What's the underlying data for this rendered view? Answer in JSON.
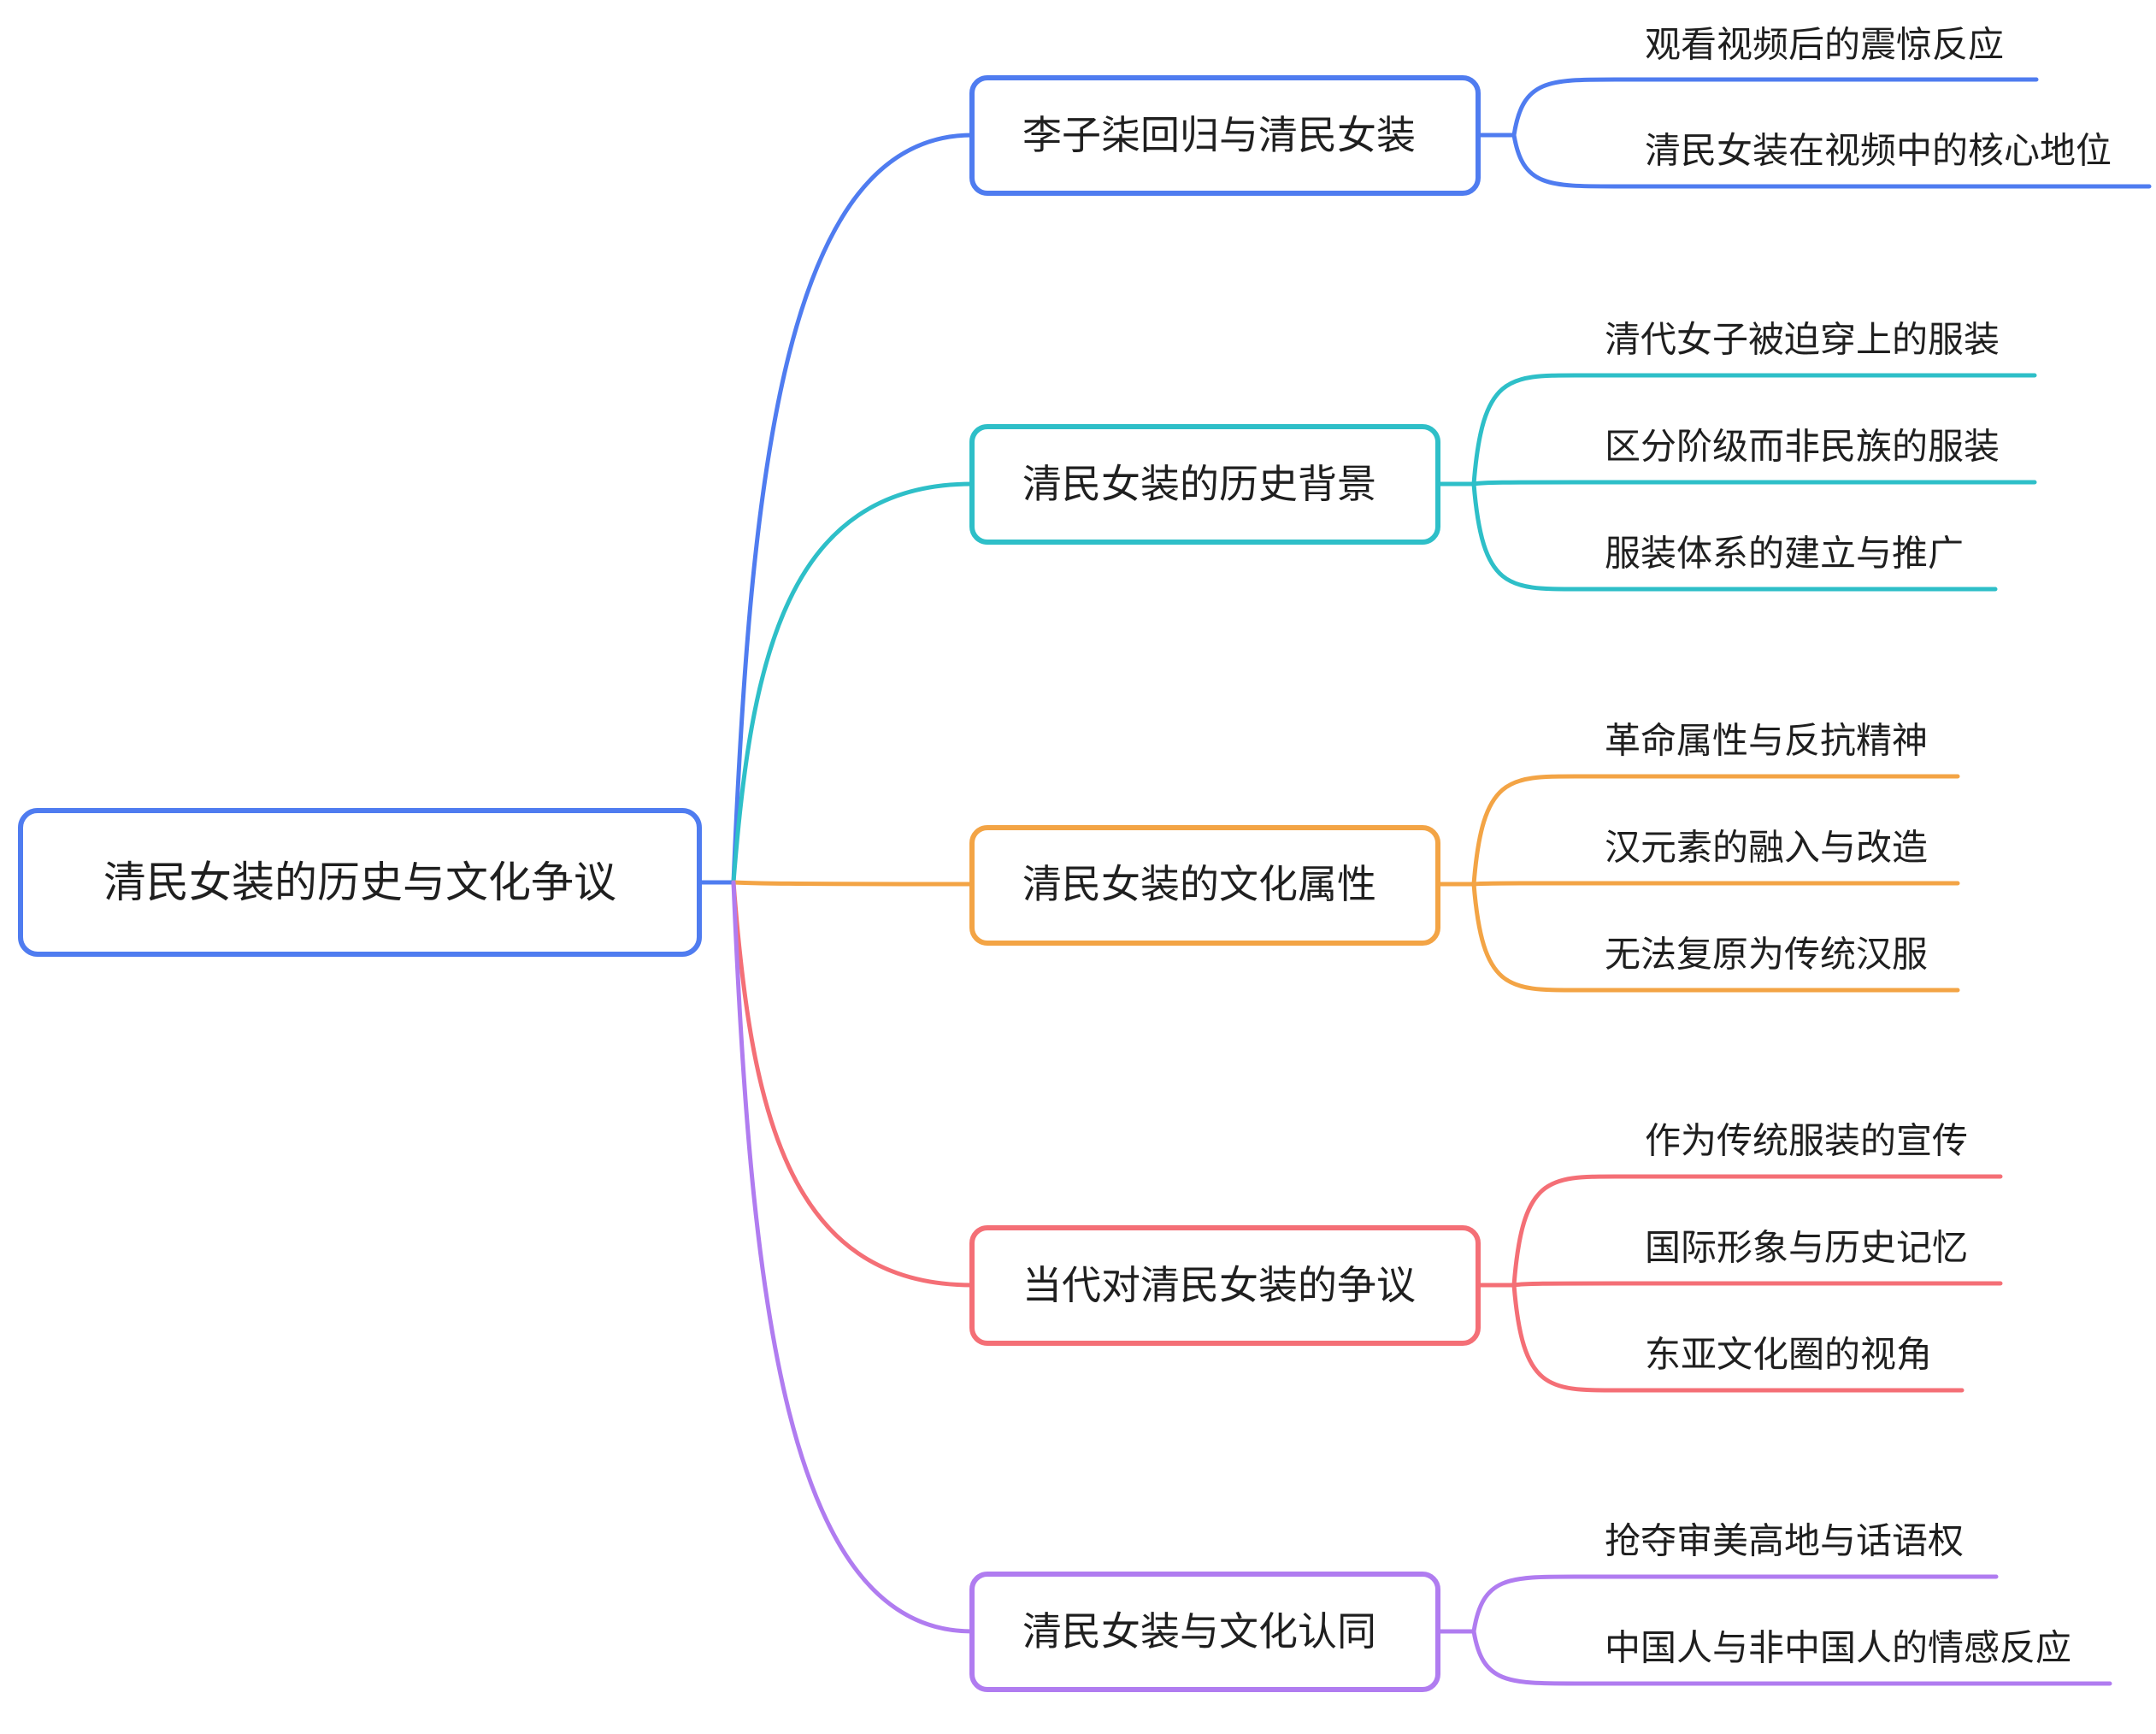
{
  "root": {
    "label": "清民女装的历史与文化争议",
    "color": "#4F7CF0"
  },
  "branches": [
    {
      "label": "李子柒回归与清民女装",
      "color": "#4F7CF0",
      "children": [
        "观看视频后的震惊反应",
        "清民女装在视频中的核心地位"
      ]
    },
    {
      "label": "清民女装的历史背景",
      "color": "#2EBFC8",
      "children": [
        "清代女子被迫穿上的服装",
        "区分阶级而非民族的服装",
        "服装体系的建立与推广"
      ]
    },
    {
      "label": "清民女装的文化属性",
      "color": "#F3A445",
      "children": [
        "革命属性与反抗精神",
        "汉元素的融入与改造",
        "无法复原为传统汉服"
      ]
    },
    {
      "label": "当代对清民女装的争议",
      "color": "#F46F76",
      "children": [
        "作为传统服装的宣传",
        "国际形象与历史记忆",
        "东亚文化圈的视角"
      ]
    },
    {
      "label": "清民女装与文化认同",
      "color": "#B07CF0",
      "children": [
        "抢夺审美高地与话语权",
        "中国人与非中国人的情感反应"
      ]
    }
  ]
}
